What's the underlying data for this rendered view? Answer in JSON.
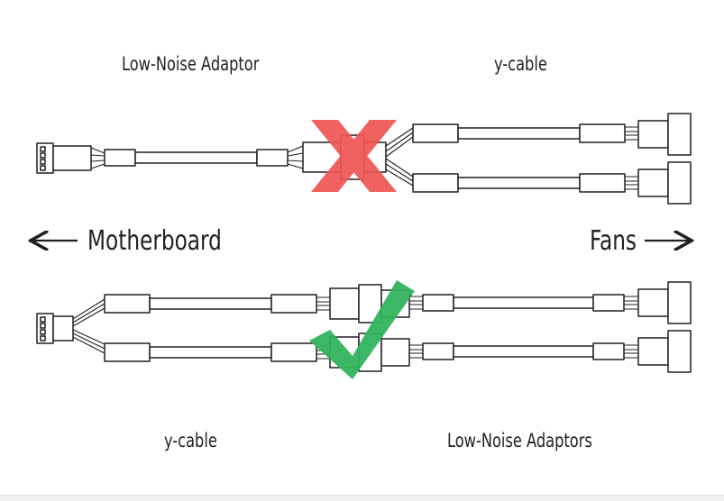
{
  "labels": {
    "top_left": "Low-Noise Adaptor",
    "top_right": "y-cable",
    "motherboard": "Motherboard",
    "fans": "Fans",
    "bottom_left": "y-cable",
    "bottom_right": "Low-Noise Adaptors"
  },
  "marks": {
    "wrong": {
      "icon": "x-mark-icon",
      "color": "#ee5753"
    },
    "right": {
      "icon": "check-mark-icon",
      "color": "#32b35e"
    }
  },
  "colors": {
    "line": "#231f20",
    "background": "#ffffff"
  }
}
